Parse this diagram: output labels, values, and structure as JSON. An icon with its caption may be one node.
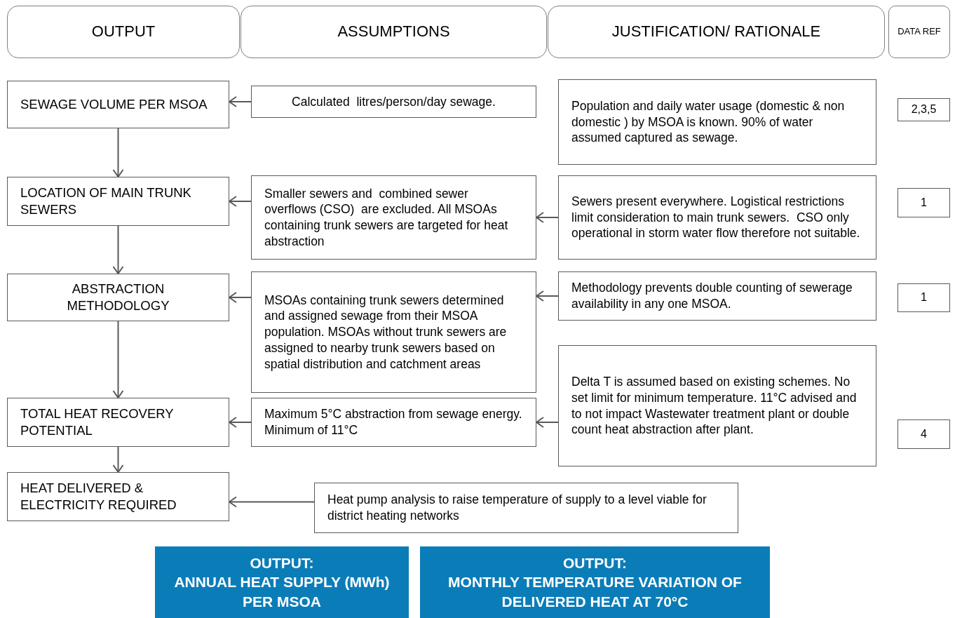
{
  "diagram": {
    "nodes": [
      {
        "text": [
          "OUTPUT"
        ]
      },
      {
        "text": [
          "ASSUMPTIONS"
        ]
      },
      {
        "text": [
          "JUSTIFICATION/ RATIONALE"
        ]
      },
      {
        "text": [
          "DATA REF"
        ]
      },
      {
        "text": [
          "SEWAGE VOLUME PER MSOA"
        ]
      },
      {
        "text": [
          "Calculated  litres/person/day sewage."
        ]
      },
      {
        "text": [
          "Population and daily water usage (domestic & non domestic ) by MSOA is known. 90% of water assumed captured as sewage."
        ]
      },
      {
        "text": [
          "2,3,5"
        ]
      },
      {
        "text": [
          "LOCATION OF MAIN TRUNK SEWERS"
        ]
      },
      {
        "text": [
          "Smaller sewers and  combined sewer overflows (CSO)  are excluded. All MSOAs containing trunk sewers are targeted for heat abstraction"
        ]
      },
      {
        "text": [
          "Sewers present everywhere. Logistical restrictions limit consideration to main trunk sewers.  CSO only operational in storm water flow therefore not suitable."
        ]
      },
      {
        "text": [
          "1"
        ]
      },
      {
        "text": [
          "ABSTRACTION METHODOLOGY"
        ]
      },
      {
        "text": [
          "MSOAs containing trunk sewers determined and assigned sewage from their MSOA population. MSOAs without trunk sewers are assigned to nearby trunk sewers based on spatial distribution and catchment areas"
        ]
      },
      {
        "text": [
          "Methodology prevents double counting of sewerage availability in any one MSOA."
        ]
      },
      {
        "text": [
          "1"
        ]
      },
      {
        "text": [
          "TOTAL HEAT RECOVERY POTENTIAL"
        ]
      },
      {
        "text": [
          "Maximum 5°C abstraction from sewage energy. Minimum of 11°C"
        ]
      },
      {
        "text": [
          "Delta T is assumed based on existing schemes. No set limit for minimum temperature. 11°C advised and to not impact Wastewater treatment plant or double count heat abstraction after plant."
        ]
      },
      {
        "text": [
          "4"
        ]
      },
      {
        "text": [
          "HEAT DELIVERED & ELECTRICITY REQUIRED"
        ]
      },
      {
        "text": [
          "Heat pump analysis to raise temperature of supply to a level viable for district heating networks"
        ]
      },
      {
        "text": [
          "OUTPUT:",
          "ANNUAL HEAT SUPPLY (MWh) PER MSOA"
        ]
      },
      {
        "text": [
          "OUTPUT:",
          "MONTHLY TEMPERATURE VARIATION OF DELIVERED HEAT AT 70°C"
        ]
      }
    ],
    "edges": [
      {
        "from": 5,
        "to": 4,
        "arrow": "to"
      },
      {
        "from": 9,
        "to": 8,
        "arrow": "to"
      },
      {
        "from": 10,
        "to": 9,
        "arrow": "to"
      },
      {
        "from": 13,
        "to": 12,
        "arrow": "to"
      },
      {
        "from": 14,
        "to": 13,
        "arrow": "to"
      },
      {
        "from": 17,
        "to": 16,
        "arrow": "to"
      },
      {
        "from": 18,
        "to": 17,
        "arrow": "to"
      },
      {
        "from": 21,
        "to": 20,
        "arrow": "to"
      },
      {
        "from": 4,
        "to": 8,
        "arrow": "to"
      },
      {
        "from": 8,
        "to": 12,
        "arrow": "to"
      },
      {
        "from": 12,
        "to": 16,
        "arrow": "to"
      },
      {
        "from": 16,
        "to": 20,
        "arrow": "to"
      }
    ]
  }
}
